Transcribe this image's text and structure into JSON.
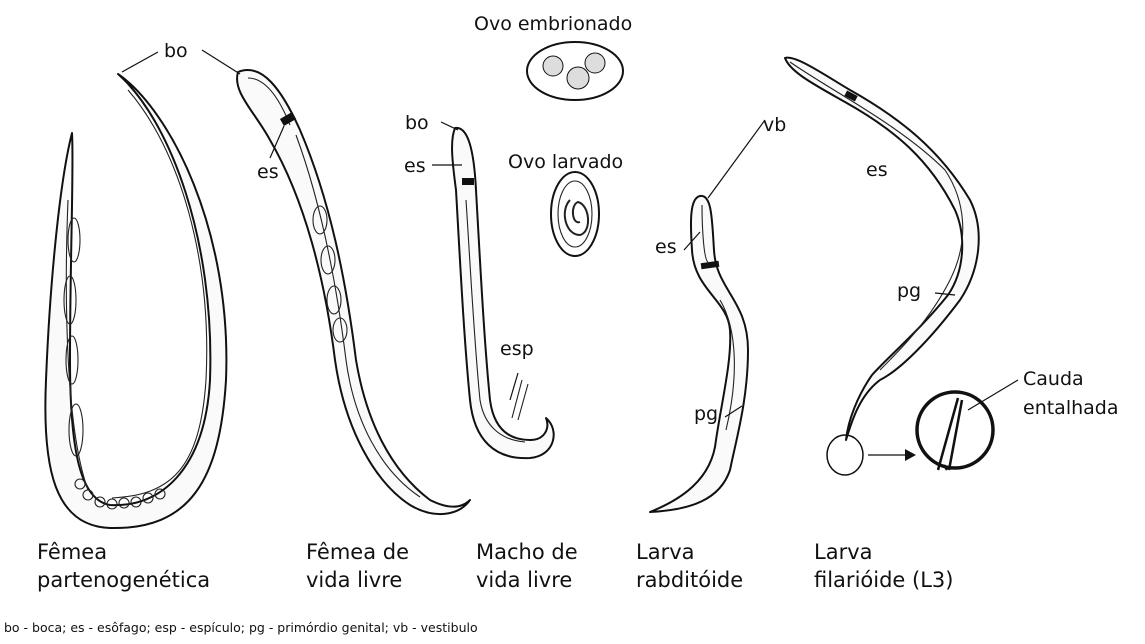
{
  "egg_labels": {
    "embryonated": "Ovo embrionado",
    "larvated": "Ovo larvado"
  },
  "parts": {
    "bo": "bo",
    "es": "es",
    "esp": "esp",
    "pg": "pg",
    "vb": "vb"
  },
  "tail_label": [
    "Cauda",
    "entalhada"
  ],
  "captions": {
    "parthenogenetic_female": [
      "Fêmea",
      "partenogenética"
    ],
    "free_living_female": [
      "Fêmea de",
      "vida livre"
    ],
    "free_living_male": [
      "Macho de",
      "vida livre"
    ],
    "rhabditiform_larva": [
      "Larva",
      "rabditóide"
    ],
    "filariform_larva": [
      "Larva",
      "filarióide (L3)"
    ]
  },
  "legend": "bo - boca; es - esôfago; esp - espículo; pg - primórdio genital; vb - vestibulo"
}
